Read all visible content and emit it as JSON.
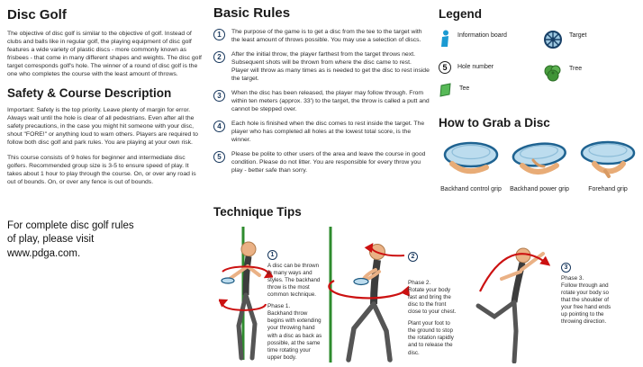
{
  "left_column": {
    "disc_golf_title": "Disc Golf",
    "disc_golf_intro": "The objective of disc golf is similar to the objective of golf. Instead of clubs and balls like in regular golf, the playing equipment of disc golf features a wide variety of plastic discs - more commonly known as frisbees - that come in many different shapes and weights. The disc golf target corresponds golf's hole. The winner of a round of disc golf is the one who completes the course with the least amount of throws.",
    "safety_title": "Safety & Course Description",
    "safety_para": "Important: Safety is the top priority. Leave plenty of margin for error. Always wait until the hole is clear of all pedestrians. Even after all the safety precautions, in the case you might hit someone with your disc, shout \"FORE!\" or anything loud to warn others. Players are required to follow both disc golf and park rules. You are playing at your own risk.",
    "course_para": "This course consists of 9 holes for beginner and intermediate disc golfers. Recommended group size is 3-5 to ensure speed of play. It takes about 1 hour to play through the course. On, or over any road is out of bounds. On, or over any fence is out of bounds.",
    "pdga_note": "For complete disc golf rules of play, please visit www.pdga.com."
  },
  "basic_rules": {
    "title": "Basic Rules",
    "rules": [
      {
        "num": "1",
        "text": "The purpose of the game is to get a disc from the tee to the target with the least amount of throws possible. You may use a selection of discs."
      },
      {
        "num": "2",
        "text": "After the initial throw, the player farthest from the target throws next. Subsequent shots will be thrown from where the disc came to rest. Player will throw as many times as is needed to get the disc to rest inside the target."
      },
      {
        "num": "3",
        "text": "When the disc has been released, the player may follow through. From within ten meters (approx. 33') to the target, the throw is called a putt and cannot be stepped over."
      },
      {
        "num": "4",
        "text": "Each hole is finished when the disc comes to rest inside the target. The player who has completed all holes at the lowest total score, is the winner."
      },
      {
        "num": "5",
        "text": "Please be polite to other users of the area and leave the course in good condition. Please do not litter. You are responsible for every throw you play - better safe than sorry."
      }
    ]
  },
  "technique": {
    "title": "Technique Tips",
    "step1": {
      "num": "1",
      "intro": "A disc can be thrown in many ways and styles. The backhand throw is the most common technique.",
      "phase_label": "Phase 1.",
      "phase_text": "Backhand throw begins with extending your throwing hand with a disc as back as possible, at the same time rotating your upper body."
    },
    "step2": {
      "num": "2",
      "phase_label": "Phase 2.",
      "phase_text": "Rotate your body fast and bring the disc to the front close to your chest.",
      "phase_text2": "Plant your foot to the ground to stop the rotation rapidly and to release the disc."
    },
    "step3": {
      "num": "3",
      "phase_label": "Phase 3.",
      "phase_text": "Follow through and rotate your body so that the shoulder of your free hand ends up pointing to the throwing direction."
    }
  },
  "legend": {
    "title": "Legend",
    "items": [
      {
        "label": "Information board",
        "icon": "info-board-icon"
      },
      {
        "label": "Hole number",
        "icon": "hole-number-icon",
        "number": "5"
      },
      {
        "label": "Tee",
        "icon": "tee-icon"
      },
      {
        "label": "Target",
        "icon": "target-icon"
      },
      {
        "label": "Tree",
        "icon": "tree-icon"
      }
    ]
  },
  "grab_disc": {
    "title": "How to Grab a Disc",
    "grips": [
      {
        "label": "Backhand control grip"
      },
      {
        "label": "Backhand power grip"
      },
      {
        "label": "Forehand grip"
      }
    ]
  },
  "colors": {
    "heading": "#1a1a1a",
    "body_text": "#2b2b2b",
    "rule_circle": "#16365c",
    "disc_fill": "#bcdcee",
    "disc_stroke": "#1f6391",
    "green": "#2e8b2e",
    "red_arrow": "#cc1111",
    "skin": "#eab185",
    "legend_blue": "#1b9ad2"
  }
}
